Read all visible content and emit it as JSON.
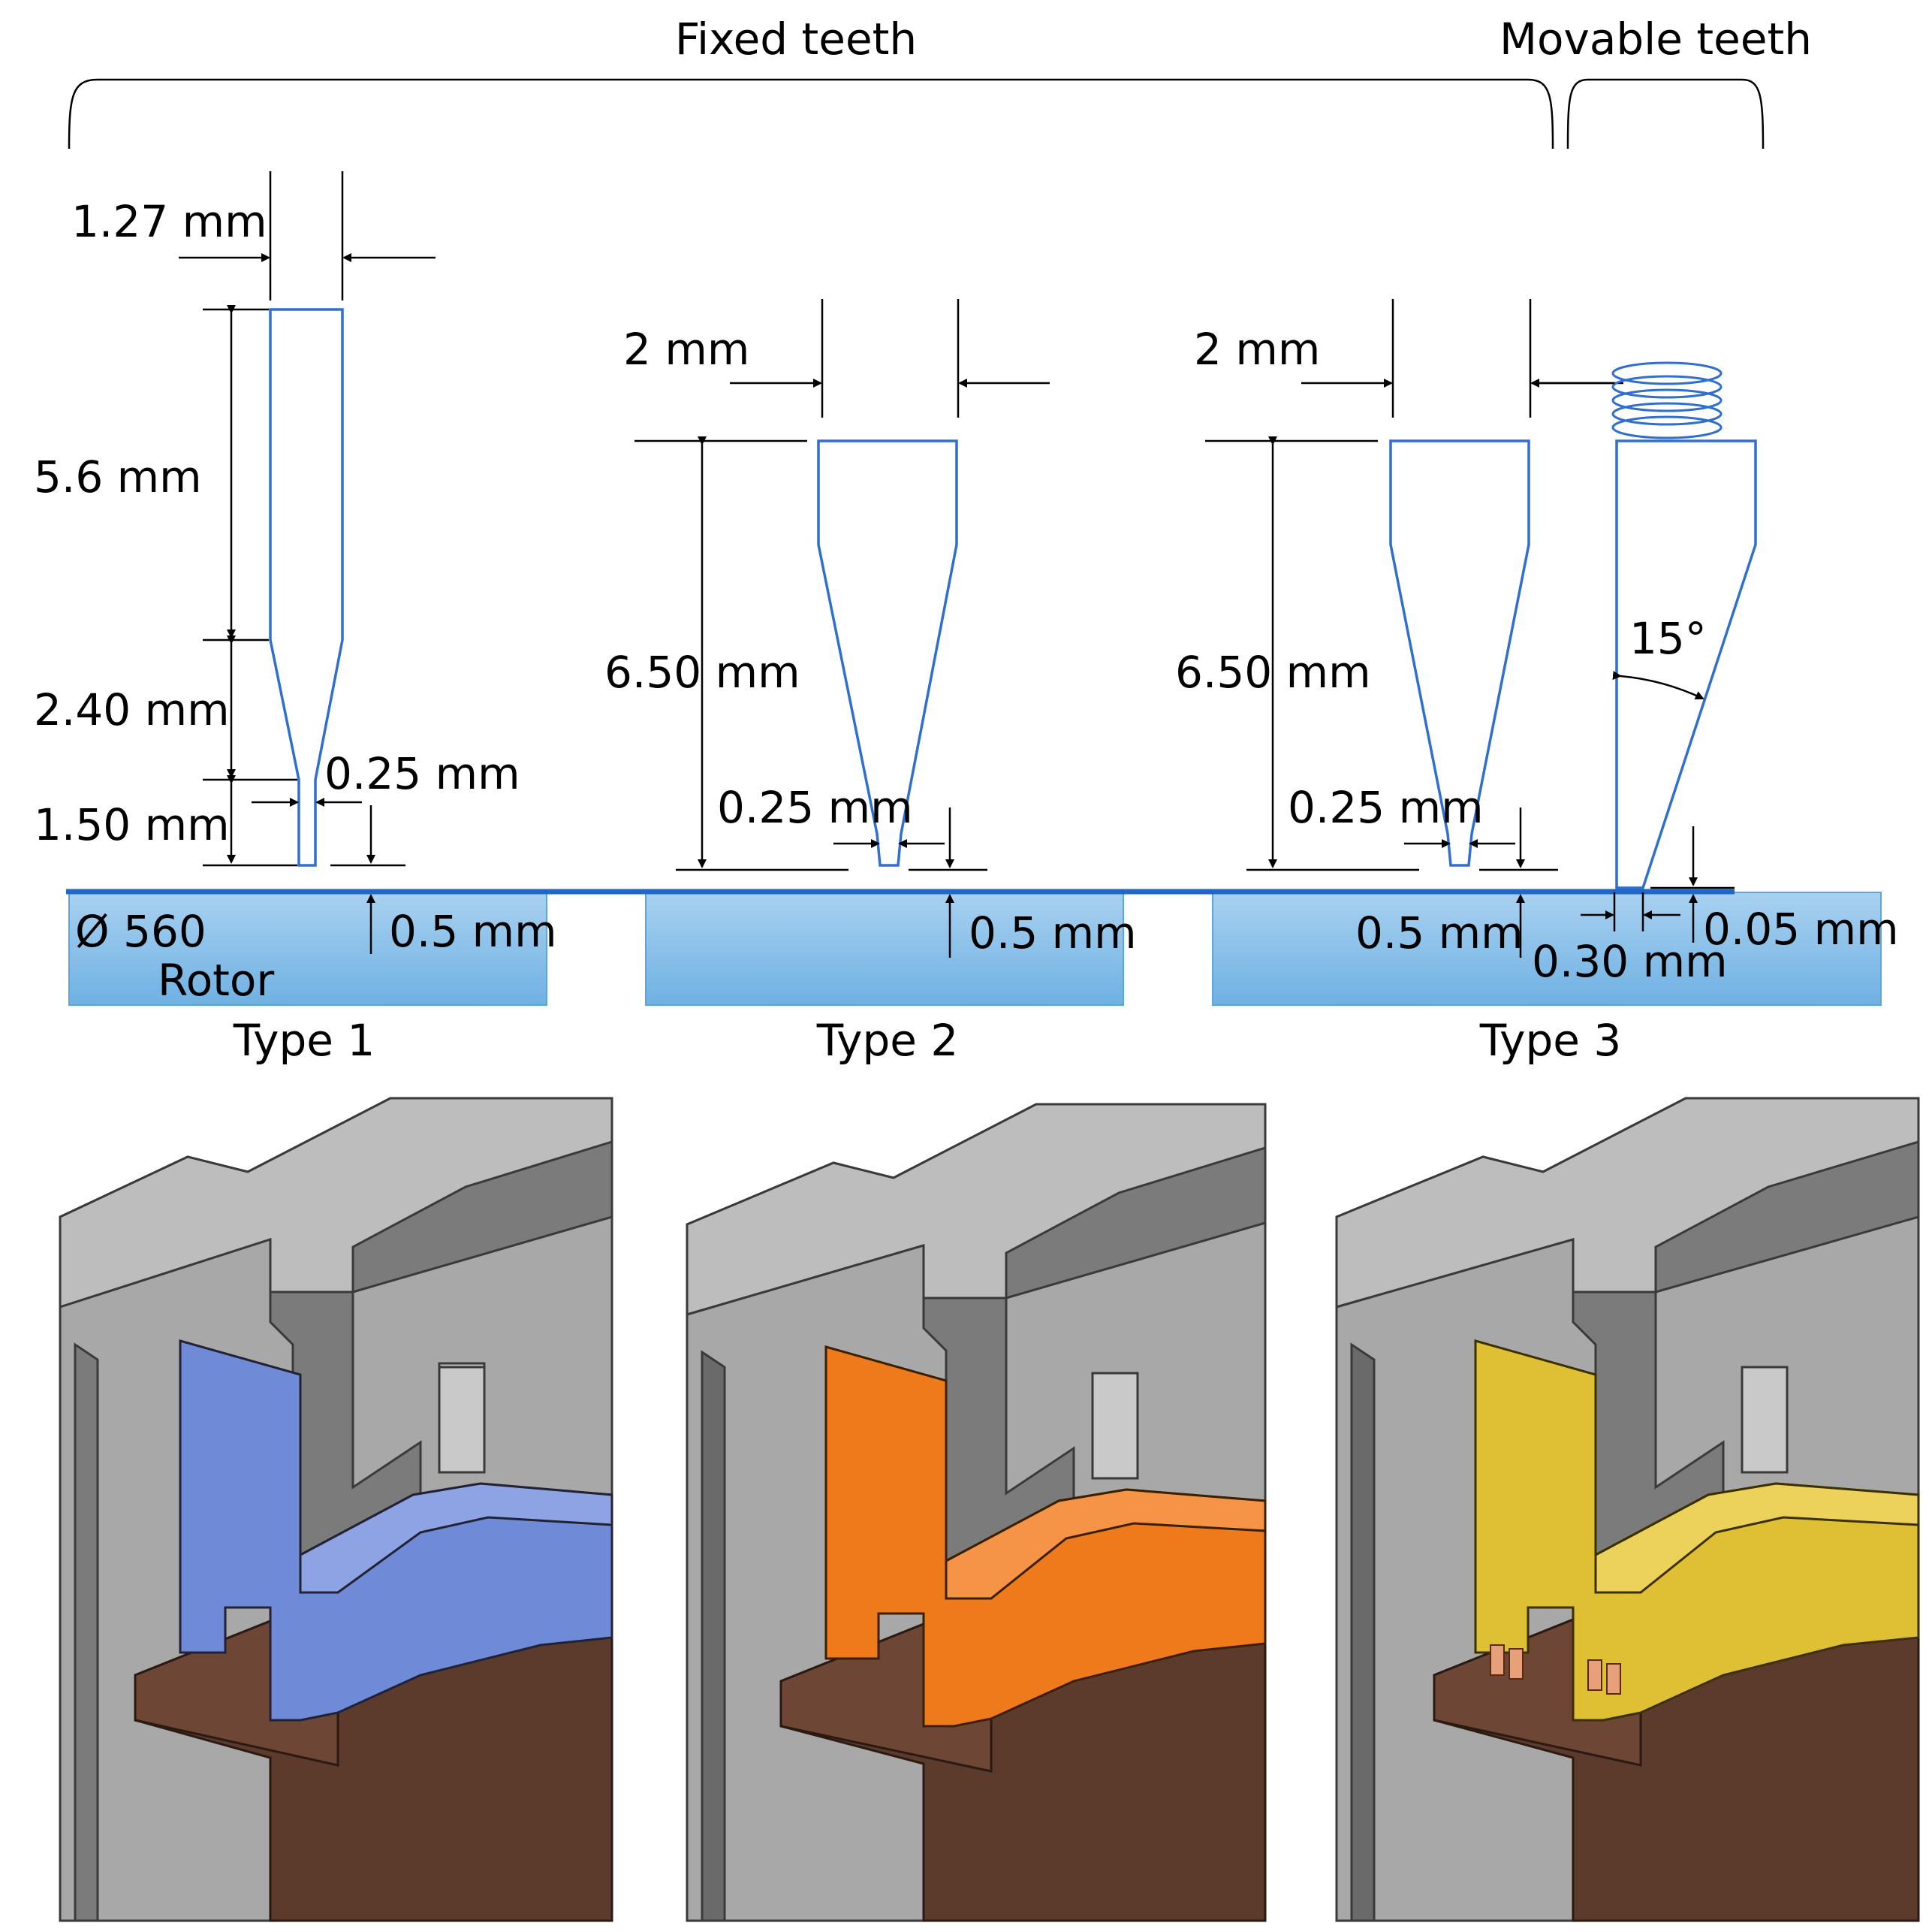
{
  "labels": {
    "fixed_teeth": "Fixed teeth",
    "movable_teeth": "Movable teeth",
    "type1": "Type 1",
    "type2": "Type 2",
    "type3": "Type 3",
    "rotor_dia": "Ø 560",
    "rotor": "Rotor"
  },
  "dims": {
    "t1_width": "1.27 mm",
    "t1_h1": "5.6 mm",
    "t1_h2": "2.40 mm",
    "t1_h3": "1.50 mm",
    "t1_tip": "0.25 mm",
    "t1_gap": "0.5 mm",
    "t2_width": "2 mm",
    "t2_height": "6.50 mm",
    "t2_tip": "0.25 mm",
    "t2_gap": "0.5 mm",
    "t3_width": "2 mm",
    "t3_height": "6.50 mm",
    "t3_tip": "0.25 mm",
    "t3_gap": "0.5 mm",
    "t3_angle": "15°",
    "t3_offset": "0.30 mm",
    "t3_clear": "0.05 mm"
  },
  "colors": {
    "type1_part": "#6f8ad6",
    "type2_part": "#ef7a1c",
    "type3_part": "#dfbf34",
    "tooth_outline": "#2f6fd0",
    "rotor_fill": "#9ec9ec"
  }
}
